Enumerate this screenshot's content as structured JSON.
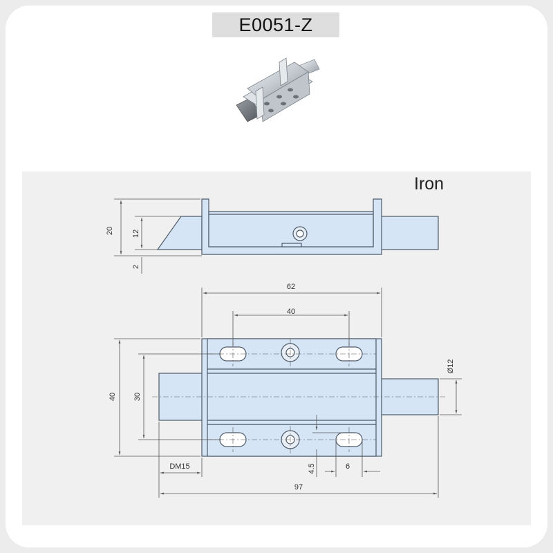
{
  "product": {
    "code": "E0051-Z",
    "material": "Iron"
  },
  "colors": {
    "part_fill": "#d5e5f6",
    "part_outline": "#4d5966",
    "dimension_line": "#555555",
    "panel_bg": "#f0f0f0"
  },
  "side_view": {
    "dims": {
      "height_total": "20",
      "height_body": "12",
      "plate_thickness": "2"
    }
  },
  "top_view": {
    "dims": {
      "length_body": "62",
      "hole_spacing": "40",
      "bolt_diameter": "Ø12",
      "width_total": "40",
      "width_holes": "30",
      "bolt_protrusion": "DM15",
      "slot_offset": "4.5",
      "slot_length": "6",
      "length_total": "97"
    }
  }
}
